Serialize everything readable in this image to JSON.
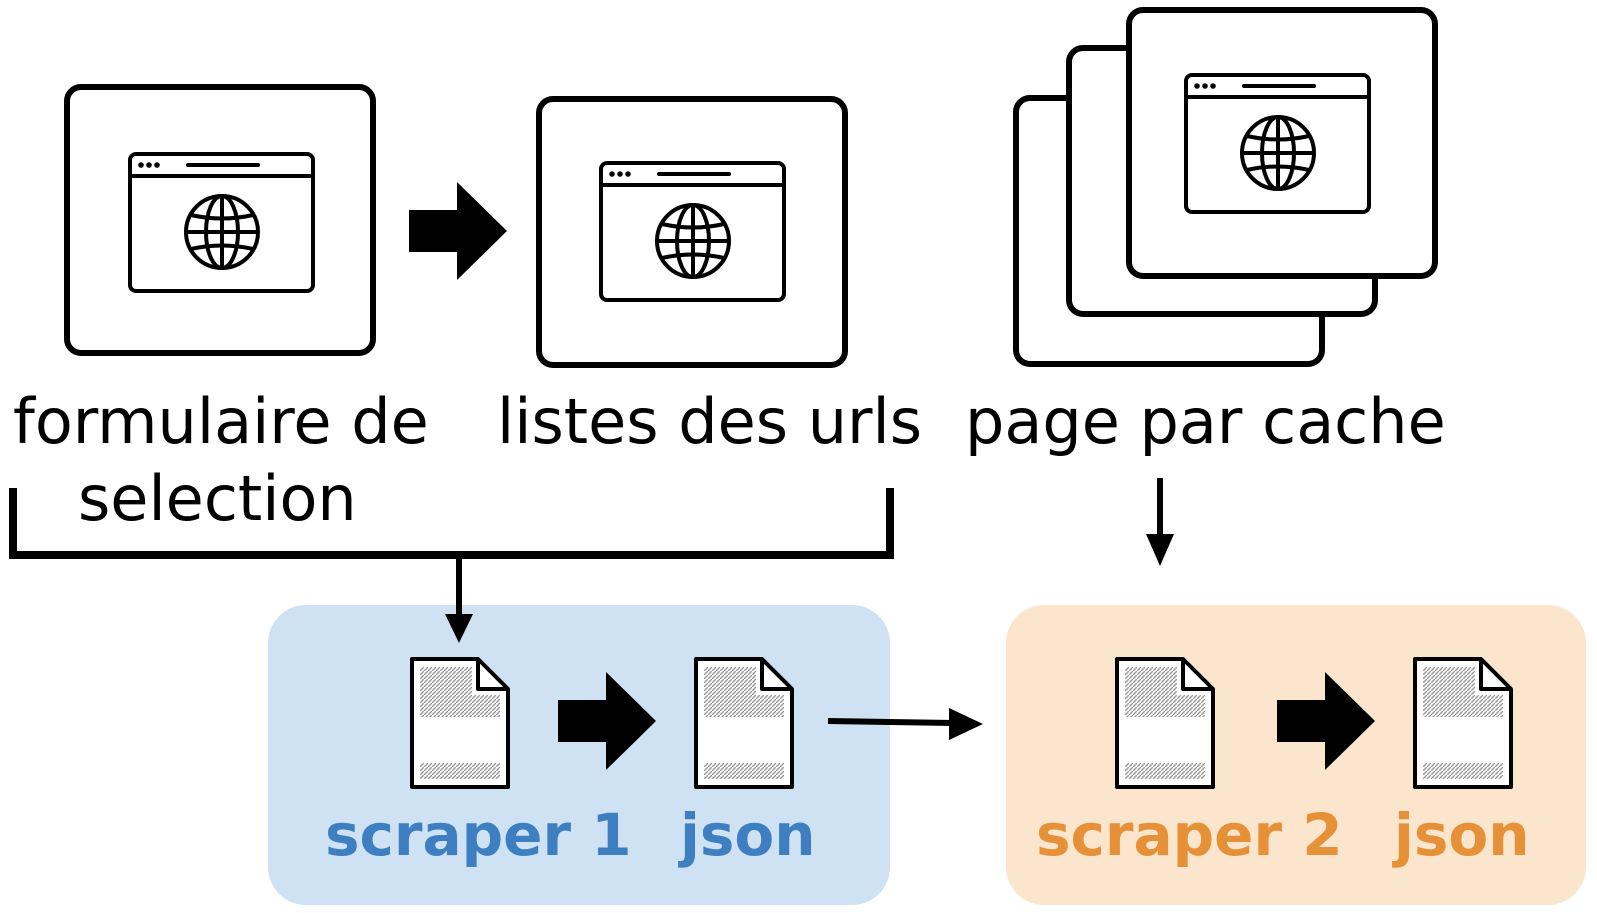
{
  "labels": {
    "form_line1": "formulaire de",
    "form_line2": "selection",
    "url_list": "listes des urls",
    "cached_pages": "page par cache"
  },
  "scraper1": {
    "name": "scraper 1",
    "output": "json"
  },
  "scraper2": {
    "name": "scraper 2",
    "output": "json"
  },
  "colors": {
    "scraper1_accent": "#3d7fc1",
    "scraper1_bg": "#cfe2f3",
    "scraper2_accent": "#e69138",
    "scraper2_bg": "#fbe5cd"
  },
  "icons": [
    "browser-globe-icon",
    "document-icon",
    "block-arrow-icon"
  ]
}
